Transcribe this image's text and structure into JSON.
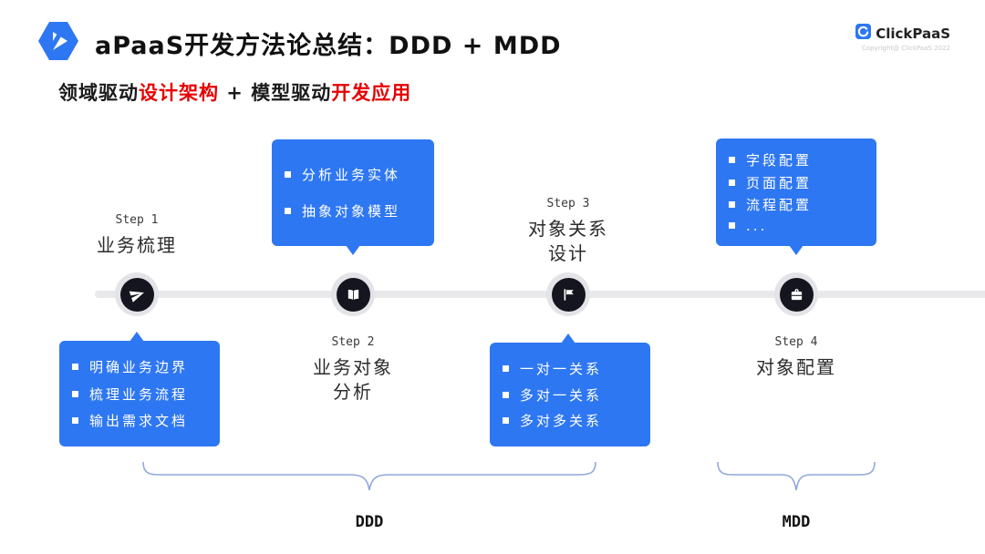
{
  "header": {
    "title": "aPaaS开发方法论总结：DDD + MDD",
    "logo_text": "ClickPaaS",
    "copyright": "Copyright@ ClickPaaS 2022"
  },
  "subtitle": {
    "segments": [
      "领域驱动",
      "设计架构",
      " + 模型驱动",
      "开发应用"
    ]
  },
  "steps": [
    {
      "label": "Step 1",
      "title": "业务梳理",
      "title2": "",
      "icon": "paper-plane-icon",
      "callout": {
        "position": "below",
        "items": [
          "明确业务边界",
          "梳理业务流程",
          "输出需求文档"
        ]
      }
    },
    {
      "label": "Step 2",
      "title": "业务对象",
      "title2": "分析",
      "icon": "book-icon",
      "callout": {
        "position": "above",
        "items": [
          "分析业务实体",
          "抽象对象模型"
        ]
      }
    },
    {
      "label": "Step 3",
      "title": "对象关系",
      "title2": "设计",
      "icon": "flag-icon",
      "callout": {
        "position": "below",
        "items": [
          "一对一关系",
          "多对一关系",
          "多对多关系"
        ]
      }
    },
    {
      "label": "Step 4",
      "title": "对象配置",
      "title2": "",
      "icon": "briefcase-icon",
      "callout": {
        "position": "above",
        "items": [
          "字段配置",
          "页面配置",
          "流程配置",
          "..."
        ]
      }
    }
  ],
  "braces": [
    {
      "label": "DDD"
    },
    {
      "label": "MDD"
    }
  ],
  "colors": {
    "accent": "#2e77f2",
    "red": "#e60000",
    "node": "#15151f",
    "ring": "#e4e4e8",
    "line": "#e9e9ec",
    "brace": "#8fa9db"
  }
}
